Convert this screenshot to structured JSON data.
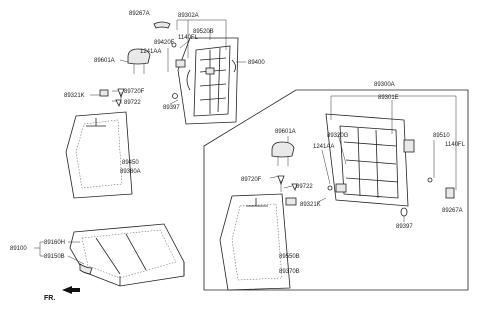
{
  "labels": {
    "p89267A_top": "89267A",
    "p89302A": "89302A",
    "p1140FL_top": "1140FL",
    "p89520B": "89520B",
    "p89420F": "89420F",
    "p1241AA_top": "1241AA",
    "p89601A_top": "89601A",
    "p89400": "89400",
    "p89321K_top": "89321K",
    "p89720F_top": "89720F",
    "p89722_top": "89722",
    "p89397_top": "89397",
    "p89450": "89450",
    "p89380A": "89380A",
    "p89300A": "89300A",
    "p89301E": "89301E",
    "p89320G": "89320G",
    "p89510": "89510",
    "p1241AA_right": "1241AA",
    "p1140FL_right": "1140FL",
    "p89601A_right": "89601A",
    "p89720F_right": "89720F",
    "p89722_right": "89722",
    "p89321K_right": "89321K",
    "p89397_right": "89397",
    "p89267A_right": "89267A",
    "p89550B": "89550B",
    "p89370B": "89370B",
    "p89100": "89100",
    "p89160H": "89160H",
    "p89150B": "89150B",
    "fr": "FR."
  }
}
